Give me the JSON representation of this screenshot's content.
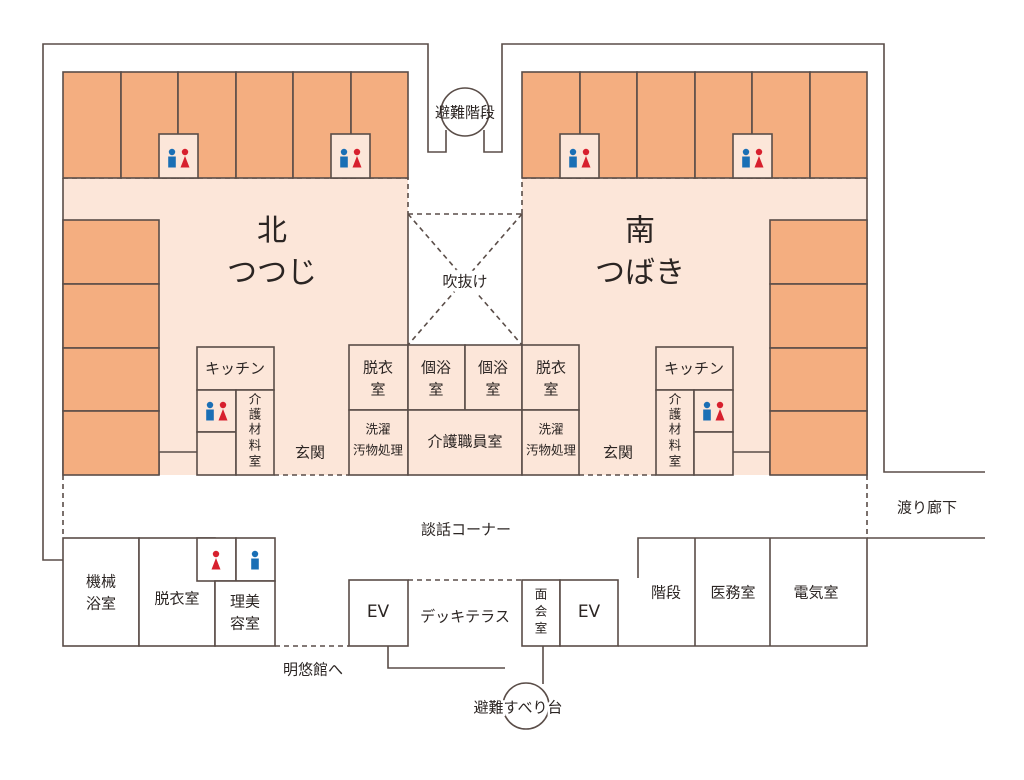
{
  "colors": {
    "private_room": "#f4ae80",
    "common_area": "#fce6d9",
    "male_icon": "#1a6fb5",
    "female_icon": "#d7202e"
  },
  "labels": {
    "emergency_stairs": "避難階段",
    "north_unit": {
      "direction": "北",
      "name": "つつじ"
    },
    "south_unit": {
      "direction": "南",
      "name": "つばき"
    },
    "atrium": "吹抜け",
    "kitchen": "キッチン",
    "care_supplies": [
      "介",
      "護",
      "材",
      "料",
      "室"
    ],
    "entrance": "玄関",
    "dressing_room_lines": [
      "脱衣",
      "室"
    ],
    "private_bath_lines": [
      "個浴",
      "室"
    ],
    "laundry_lines": [
      "洗濯",
      "汚物処理"
    ],
    "care_staff_room": "介護職員室",
    "lounge": "談話コーナー",
    "corridor": "渡り廊下",
    "machine_bath_lines": [
      "機械",
      "浴室"
    ],
    "dressing_room": "脱衣室",
    "barber_lines": [
      "理美",
      "容室"
    ],
    "ev": "EV",
    "deck_terrace": "デッキテラス",
    "meeting_room": [
      "面",
      "会",
      "室"
    ],
    "stairs": "階段",
    "medical_room": "医務室",
    "electrical_room": "電気室",
    "to_meiyukan": "明悠館へ",
    "evacuation_slide": "避難すべり台"
  },
  "icons": {
    "restroom": "restroom-male-female-icon",
    "male": "male-icon",
    "female": "female-icon"
  }
}
